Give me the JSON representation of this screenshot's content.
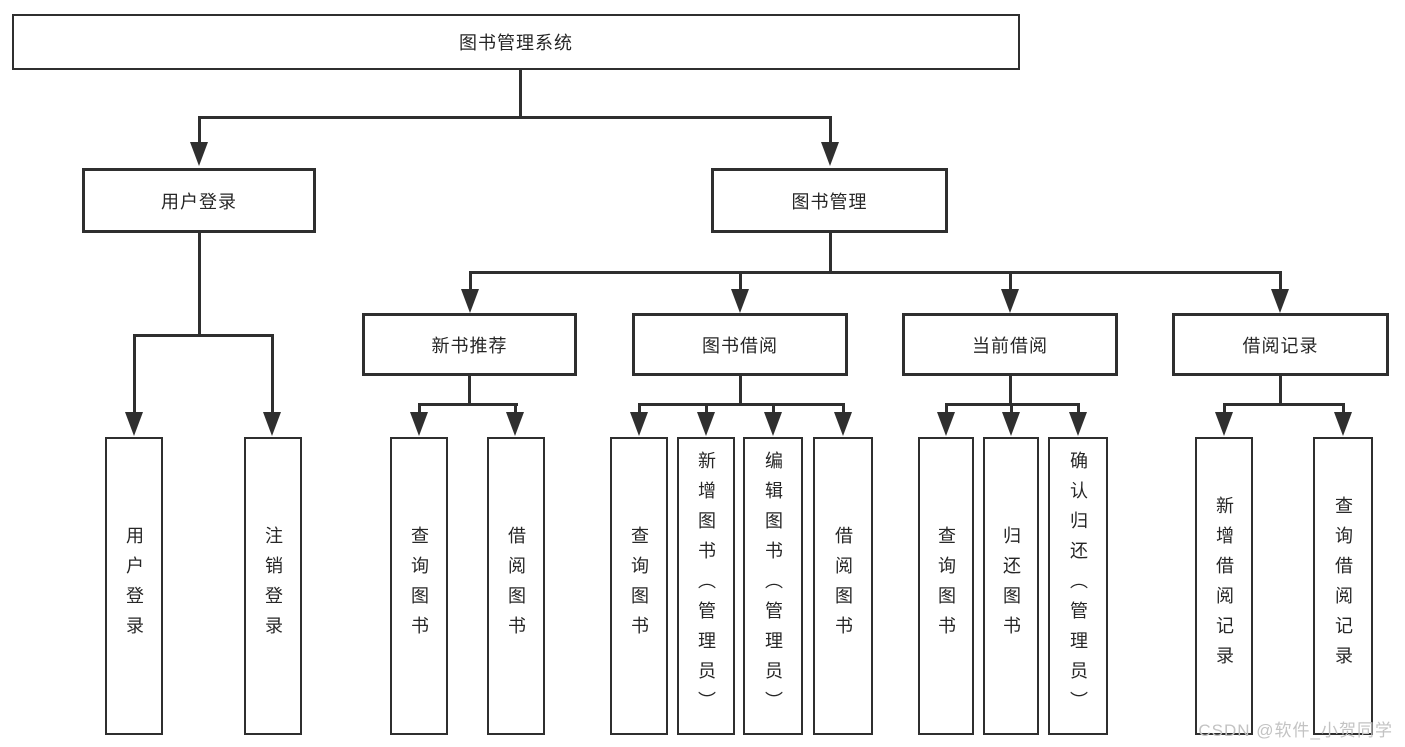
{
  "diagram": {
    "type": "hierarchy-tree",
    "title": "图书管理系统",
    "colors": {
      "line": "#2f2f2f",
      "text": "#262626",
      "bg": "#ffffff",
      "watermark": "#c3c3c3"
    },
    "nodes": {
      "root": {
        "label": "图书管理系统"
      },
      "userLogin": {
        "label": "用户登录"
      },
      "bookMgmt": {
        "label": "图书管理"
      },
      "newBookRec": {
        "label": "新书推荐"
      },
      "bookBorrow": {
        "label": "图书借阅"
      },
      "currentBorrow": {
        "label": "当前借阅"
      },
      "borrowRecords": {
        "label": "借阅记录"
      },
      "leafUserLogin": {
        "label": "用户登录"
      },
      "leafLogout": {
        "label": "注销登录"
      },
      "leafRecQuery": {
        "label": "查询图书"
      },
      "leafRecBorrow": {
        "label": "借阅图书"
      },
      "leafBbQuery": {
        "label": "查询图书"
      },
      "leafBbAdd": {
        "label": "新增图书（管理员）"
      },
      "leafBbEdit": {
        "label": "编辑图书（管理员）"
      },
      "leafBbBorrow": {
        "label": "借阅图书"
      },
      "leafCbQuery": {
        "label": "查询图书"
      },
      "leafCbReturn": {
        "label": "归还图书"
      },
      "leafCbConfirm": {
        "label": "确认归还（管理员）"
      },
      "leafBrAdd": {
        "label": "新增借阅记录"
      },
      "leafBrQuery": {
        "label": "查询借阅记录"
      }
    },
    "tree": {
      "label": "图书管理系统",
      "children": [
        {
          "label": "用户登录",
          "children": [
            "用户登录",
            "注销登录"
          ]
        },
        {
          "label": "图书管理",
          "children": [
            {
              "label": "新书推荐",
              "children": [
                "查询图书",
                "借阅图书"
              ]
            },
            {
              "label": "图书借阅",
              "children": [
                "查询图书",
                "新增图书（管理员）",
                "编辑图书（管理员）",
                "借阅图书"
              ]
            },
            {
              "label": "当前借阅",
              "children": [
                "查询图书",
                "归还图书",
                "确认归还（管理员）"
              ]
            },
            {
              "label": "借阅记录",
              "children": [
                "新增借阅记录",
                "查询借阅记录"
              ]
            }
          ]
        }
      ]
    },
    "watermark": {
      "text": "CSDN @软件_小贺同学"
    }
  }
}
